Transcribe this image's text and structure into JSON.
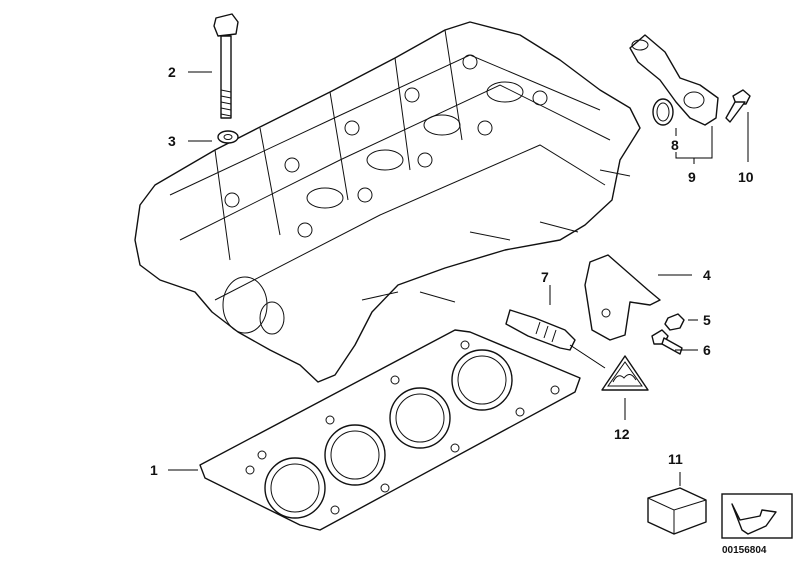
{
  "callouts": {
    "c1": "1",
    "c2": "2",
    "c3": "3",
    "c4": "4",
    "c5": "5",
    "c6": "6",
    "c7": "7",
    "c8": "8",
    "c9": "9",
    "c10": "10",
    "c11": "11",
    "c12": "12"
  },
  "reference_number": "00156804"
}
